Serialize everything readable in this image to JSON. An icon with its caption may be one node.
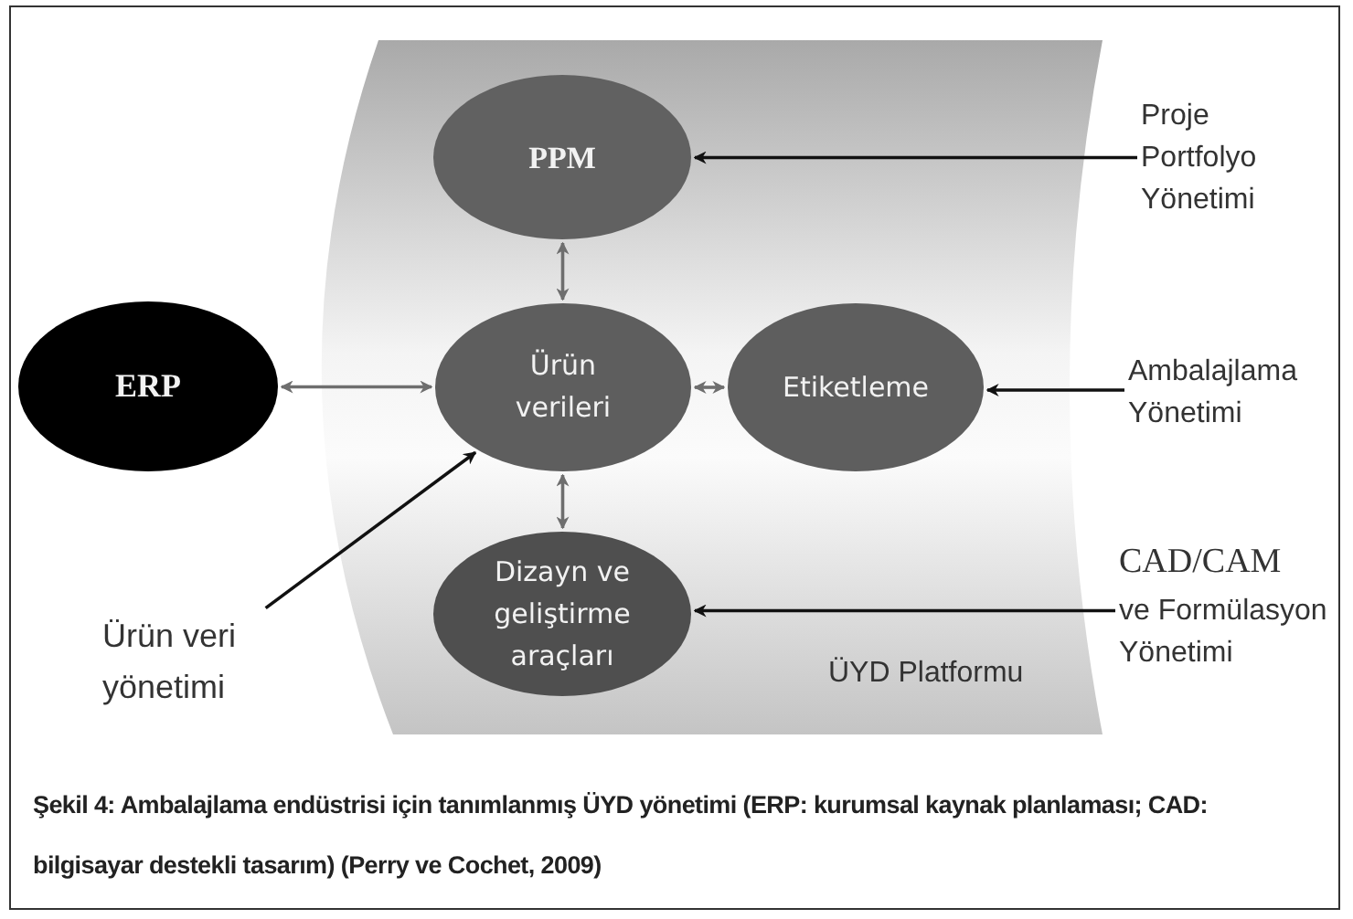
{
  "diagram": {
    "caption": "Şekil 4: Ambalajlama endüstrisi için tanımlanmış ÜYD yönetimi (ERP: kurumsal kaynak planlaması; CAD: bilgisayar destekli tasarım) (Perry ve Cochet, 2009)",
    "nodes": [
      {
        "text": [
          "ÜYD Platformu"
        ]
      },
      {
        "text": [
          "PPM"
        ],
        "in": 0
      },
      {
        "text": [
          "Proje Portfolyo Yönetimi"
        ]
      },
      {
        "text": [
          "ERP"
        ]
      },
      {
        "text": [
          "Ürün verileri"
        ],
        "in": 0
      },
      {
        "text": [
          "Etiketleme"
        ],
        "in": 0
      },
      {
        "text": [
          "Ambalajlama Yönetimi"
        ]
      },
      {
        "text": [
          "Dizayn ve geliştirme araçları"
        ],
        "in": 0
      },
      {
        "text": [
          "CAD/CAM",
          "ve Formülasyon Yönetimi"
        ]
      },
      {
        "text": [
          "Ürün veri yönetimi"
        ]
      }
    ],
    "edges": [
      {
        "from": 2,
        "to": 1,
        "arrow": "to"
      },
      {
        "from": 1,
        "to": 4,
        "arrow": "both",
        "color": "#6e6e6e"
      },
      {
        "from": 3,
        "to": 4,
        "arrow": "both",
        "color": "#6e6e6e"
      },
      {
        "from": 4,
        "to": 5,
        "arrow": "both",
        "color": "#6e6e6e"
      },
      {
        "from": 6,
        "to": 5,
        "arrow": "to"
      },
      {
        "from": 4,
        "to": 7,
        "arrow": "both",
        "color": "#6e6e6e"
      },
      {
        "from": 8,
        "to": 7,
        "arrow": "to"
      },
      {
        "from": 9,
        "to": 4,
        "arrow": "to"
      }
    ]
  }
}
